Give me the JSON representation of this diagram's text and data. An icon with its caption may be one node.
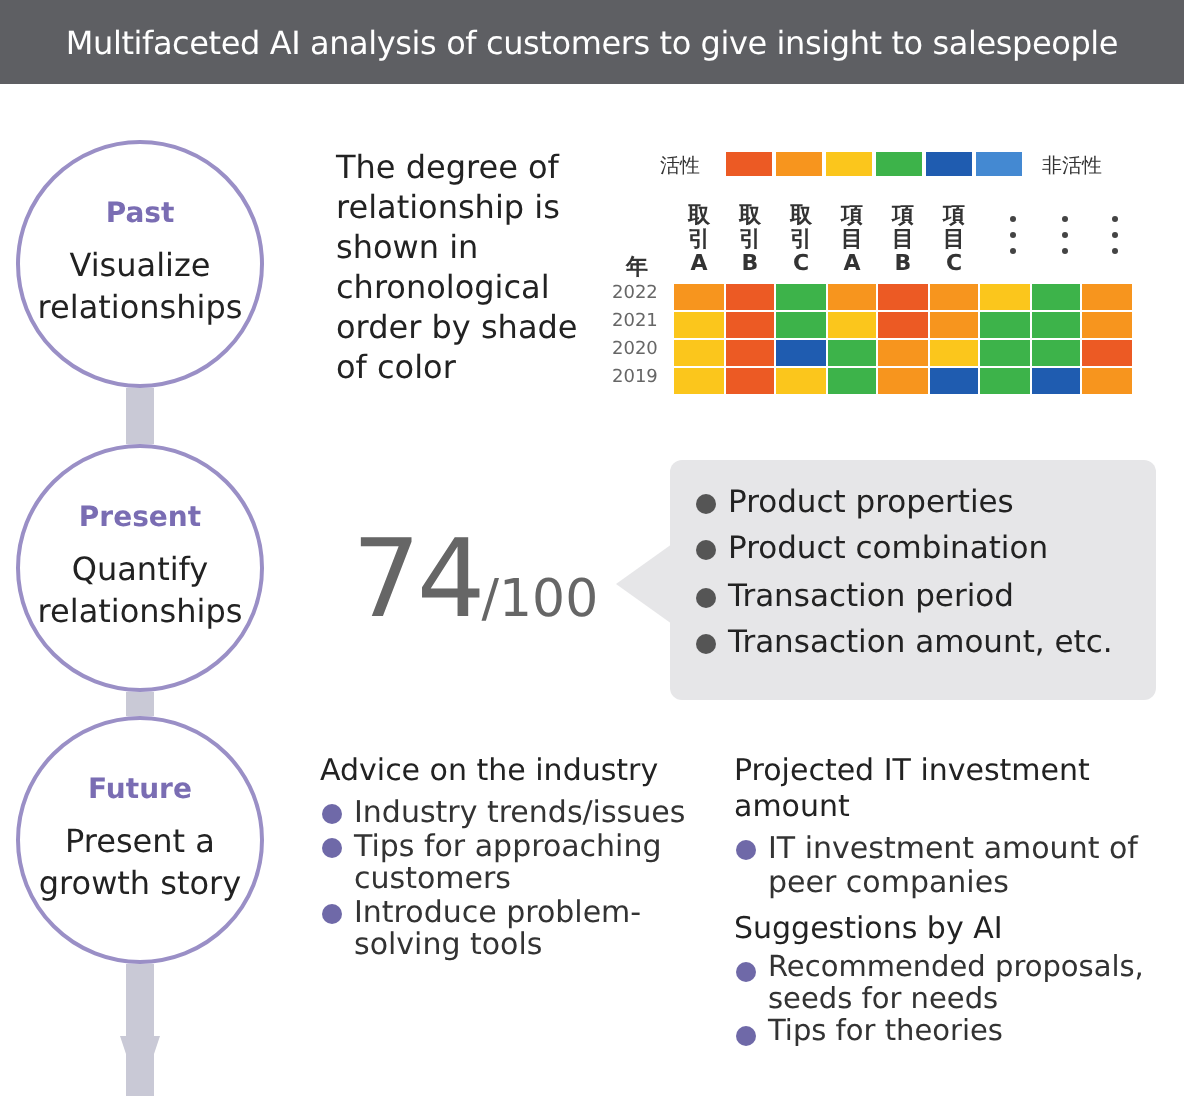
{
  "diagram": {
    "title": "Multifaceted AI analysis of customers to give insight to salespeople",
    "nodes": [
      {
        "text": [
          "Past",
          "Visualize relationships"
        ]
      },
      {
        "text": [
          "Present",
          "Quantify relationships"
        ]
      },
      {
        "text": [
          "Future",
          "Present a growth story"
        ]
      },
      {
        "text": [
          "Product properties",
          "Product combination",
          "Transaction period",
          "Transaction amount, etc."
        ]
      }
    ],
    "edges": [
      {
        "from": 0,
        "to": 1,
        "arrow": "none"
      },
      {
        "from": 1,
        "to": 2,
        "arrow": "none"
      },
      {
        "from": 2,
        "to": null,
        "arrow": "to"
      }
    ],
    "labels": [
      "The degree of relationship is shown in chronological order by shade of color",
      "活性",
      "非活性",
      "年",
      "取引A",
      "取引B",
      "取引C",
      "項目A",
      "項目B",
      "項目C",
      "2022",
      "2021",
      "2020",
      "2019",
      "74",
      "/100",
      "Advice on the industry",
      "Industry trends/issues",
      "Tips for approaching customers",
      "Introduce problem-solving tools",
      "Projected IT investment amount",
      "IT investment amount of peer companies",
      "Suggestions by AI",
      "Recommended proposals, seeds for needs",
      "Tips for theories"
    ]
  }
}
